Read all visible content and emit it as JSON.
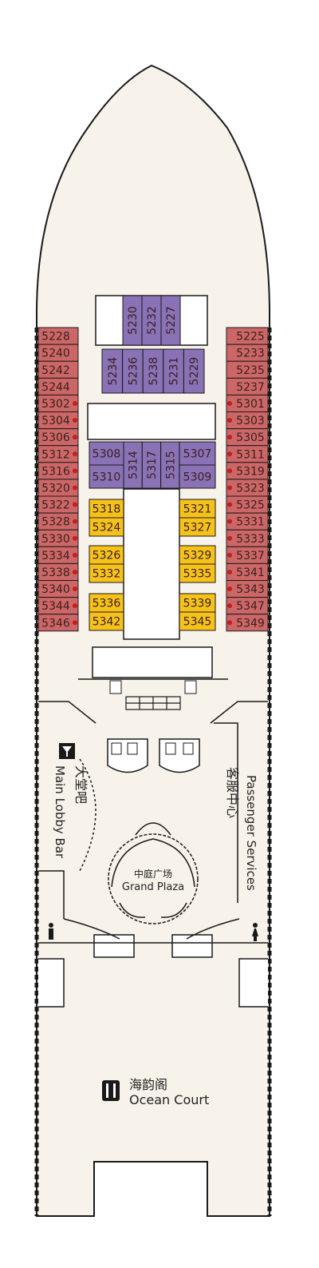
{
  "colors": {
    "hull": "#f7f2ea",
    "outline": "#1a1a1a",
    "balcony": "#cd6767",
    "suite": "#8a72b6",
    "deluxe": "#f6c21a",
    "dot": "#c41e1e"
  },
  "cabins": {
    "left_balcony": [
      "5228",
      "5240",
      "5242",
      "5244",
      "5302",
      "5304",
      "5306",
      "5312",
      "5316",
      "5320",
      "5322",
      "5328",
      "5330",
      "5334",
      "5338",
      "5340",
      "5344",
      "5346"
    ],
    "right_balcony": [
      "5225",
      "5233",
      "5235",
      "5237",
      "5301",
      "5303",
      "5305",
      "5311",
      "5319",
      "5323",
      "5325",
      "5331",
      "5333",
      "5337",
      "5341",
      "5343",
      "5347",
      "5349"
    ],
    "suite_top": [
      "5230",
      "5232",
      "5227"
    ],
    "suite_second": [
      "5234",
      "5236",
      "5238",
      "5231",
      "5229"
    ],
    "suite_mid_vertical": [
      "5314",
      "5317",
      "5315"
    ],
    "suite_mid_left": [
      "5308",
      "5310"
    ],
    "suite_mid_right": [
      "5307",
      "5309"
    ],
    "deluxe_left": [
      "5318",
      "5324",
      "5326",
      "5332",
      "5336",
      "5342"
    ],
    "deluxe_right": [
      "5321",
      "5327",
      "5329",
      "5335",
      "5339",
      "5345"
    ]
  },
  "venues": {
    "lobby_bar": {
      "zh": "大堂吧",
      "en": "Main Lobby Bar",
      "icon": "cocktail-icon"
    },
    "passenger_services": {
      "zh": "客服中心",
      "en": "Passenger Services"
    },
    "grand_plaza": {
      "zh": "中庭广场",
      "en": "Grand Plaza"
    },
    "ocean_court": {
      "zh": "海韵阁",
      "en": "Ocean Court",
      "icon": "dining-icon"
    }
  },
  "icons": {
    "elevator": "elevator-icon",
    "male_restroom": "male-restroom-icon",
    "female_restroom": "female-restroom-icon"
  }
}
